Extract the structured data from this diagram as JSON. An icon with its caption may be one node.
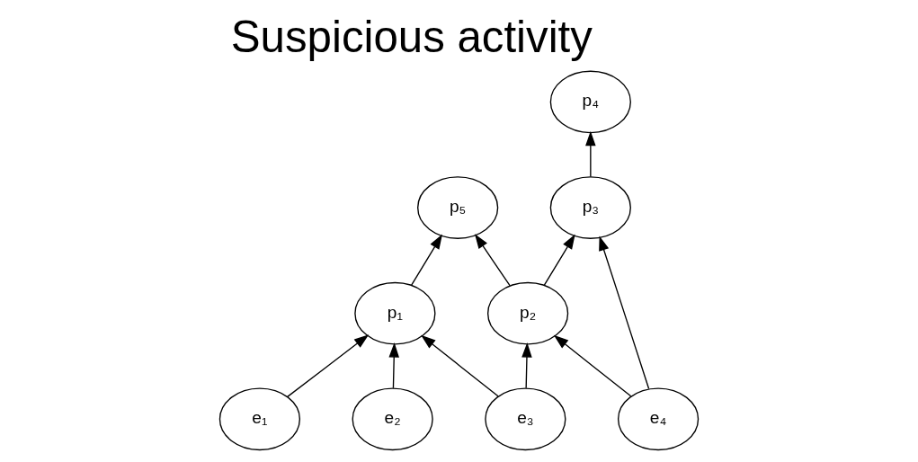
{
  "diagram": {
    "title": "Suspicious activity",
    "nodes": [
      {
        "text": [
          "p₅"
        ]
      },
      {
        "text": [
          "p₄"
        ]
      },
      {
        "text": [
          "p₃"
        ]
      },
      {
        "text": [
          "p₁"
        ]
      },
      {
        "text": [
          "p₂"
        ]
      },
      {
        "text": [
          "e₁"
        ]
      },
      {
        "text": [
          "e₂"
        ]
      },
      {
        "text": [
          "e₃"
        ]
      },
      {
        "text": [
          "e₄"
        ]
      }
    ],
    "edges": [
      {
        "from": 3,
        "to": 0,
        "arrow": "to"
      },
      {
        "from": 4,
        "to": 0,
        "arrow": "to"
      },
      {
        "from": 4,
        "to": 2,
        "arrow": "to"
      },
      {
        "from": 2,
        "to": 1,
        "arrow": "to"
      },
      {
        "from": 5,
        "to": 3,
        "arrow": "to"
      },
      {
        "from": 6,
        "to": 3,
        "arrow": "to"
      },
      {
        "from": 7,
        "to": 3,
        "arrow": "to"
      },
      {
        "from": 7,
        "to": 4,
        "arrow": "to"
      },
      {
        "from": 8,
        "to": 4,
        "arrow": "to"
      },
      {
        "from": 8,
        "to": 2,
        "arrow": "to"
      }
    ]
  }
}
